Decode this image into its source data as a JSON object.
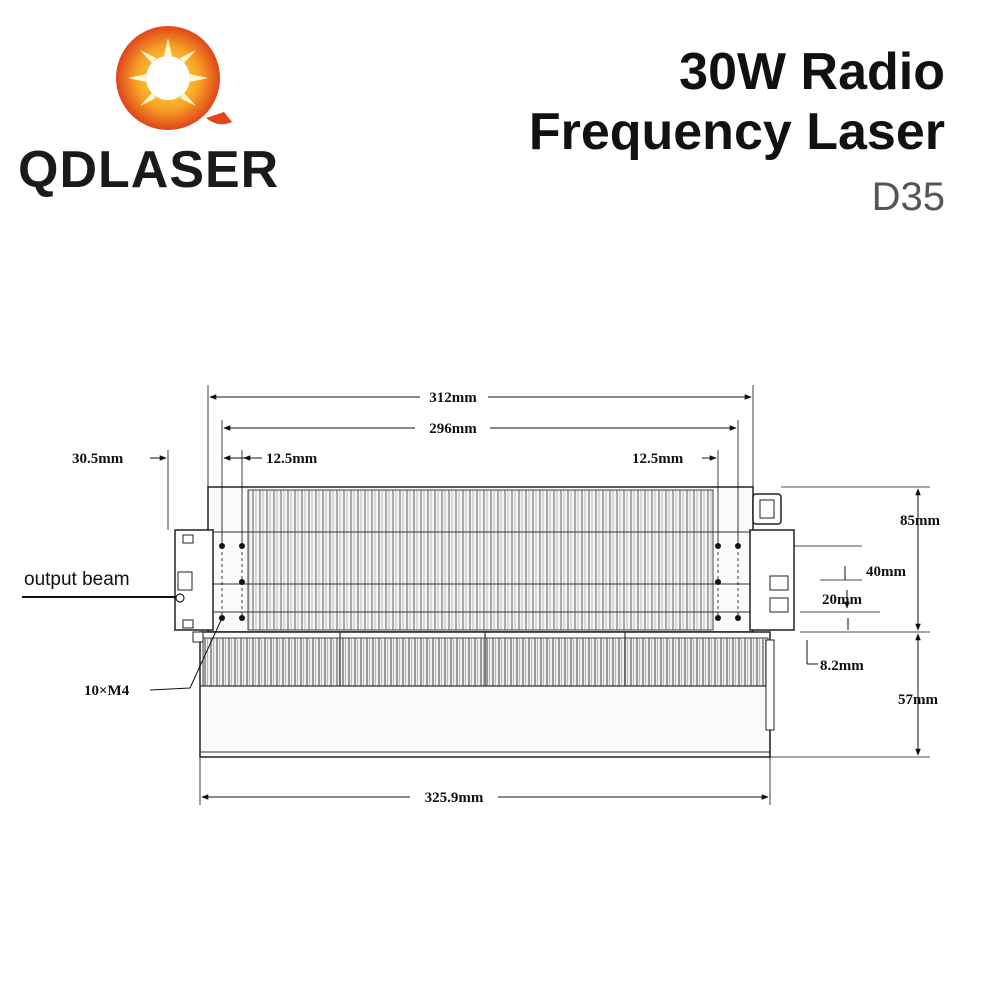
{
  "brand": {
    "name": "QDLASER",
    "colors": {
      "sun_orange": "#f28c1e",
      "sun_red": "#e0451b",
      "text": "#1a1a1a"
    }
  },
  "header": {
    "title_line1": "30W Radio",
    "title_line2": "Frequency Laser",
    "model": "D35"
  },
  "drawing": {
    "labels": {
      "output_beam": "output beam",
      "screws": "10×M4"
    },
    "dimensions": {
      "total_length": "312mm",
      "hole_span": "296mm",
      "left_offset": "30.5mm",
      "left_inset": "12.5mm",
      "right_inset": "12.5mm",
      "height_top": "85mm",
      "height_mid": "40mm",
      "height_20": "20mm",
      "height_8": "8.2mm",
      "height_bottom": "57mm",
      "base_length": "325.9mm"
    }
  }
}
